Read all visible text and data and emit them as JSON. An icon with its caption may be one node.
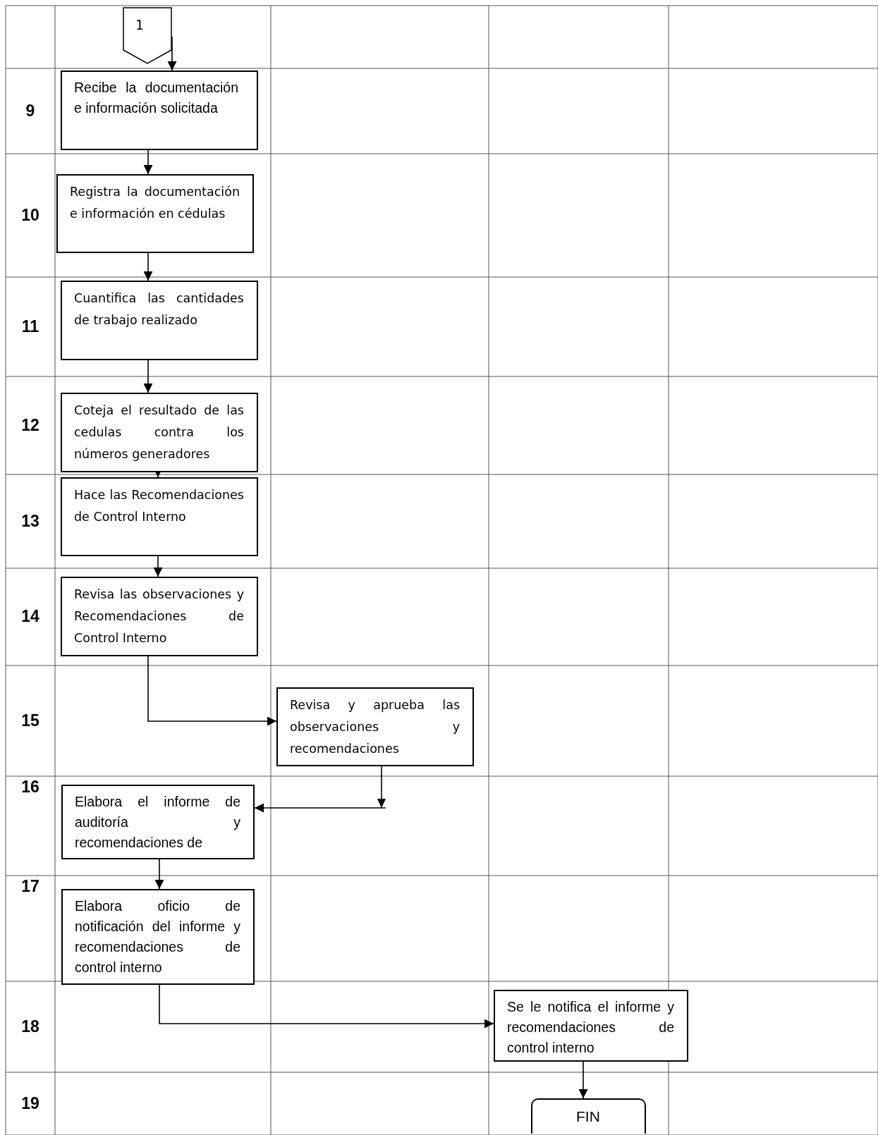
{
  "diagram": {
    "nodes": [
      {
        "text": [
          "1"
        ]
      },
      {
        "text": [
          "Recibe la documentación e información solicitada"
        ]
      },
      {
        "text": [
          "Registra la documentación e información en cédulas"
        ]
      },
      {
        "text": [
          "Cuantifica las cantidades de trabajo realizado"
        ]
      },
      {
        "text": [
          "Coteja el resultado de las cedulas contra los números generadores"
        ]
      },
      {
        "text": [
          "Hace las Recomendaciones de Control Interno"
        ]
      },
      {
        "text": [
          "Revisa las observaciones y Recomendaciones de Control Interno"
        ]
      },
      {
        "text": [
          "Revisa y aprueba las observaciones y recomendaciones"
        ]
      },
      {
        "text": [
          "Elabora el informe de auditoría y recomendaciones de"
        ]
      },
      {
        "text": [
          "Elabora oficio de notificación del informe y recomendaciones de control interno"
        ]
      },
      {
        "text": [
          "Se le notifica el informe y recomendaciones de control interno"
        ]
      },
      {
        "text": [
          "FIN"
        ]
      }
    ],
    "edges": [
      {
        "from": 0,
        "to": 1,
        "arrow": "to"
      },
      {
        "from": 1,
        "to": 2,
        "arrow": "to"
      },
      {
        "from": 2,
        "to": 3,
        "arrow": "to"
      },
      {
        "from": 3,
        "to": 4,
        "arrow": "to"
      },
      {
        "from": 4,
        "to": 5,
        "arrow": "to"
      },
      {
        "from": 5,
        "to": 6,
        "arrow": "to"
      },
      {
        "from": 6,
        "to": 7,
        "arrow": "to"
      },
      {
        "from": 7,
        "to": 8,
        "arrow": "to"
      },
      {
        "from": 8,
        "to": 9,
        "arrow": "to"
      },
      {
        "from": 9,
        "to": 10,
        "arrow": "to"
      },
      {
        "from": 10,
        "to": 11,
        "arrow": "to"
      }
    ],
    "labels": [
      "9",
      "10",
      "11",
      "12",
      "13",
      "14",
      "15",
      "16",
      "17",
      "18",
      "19"
    ]
  }
}
